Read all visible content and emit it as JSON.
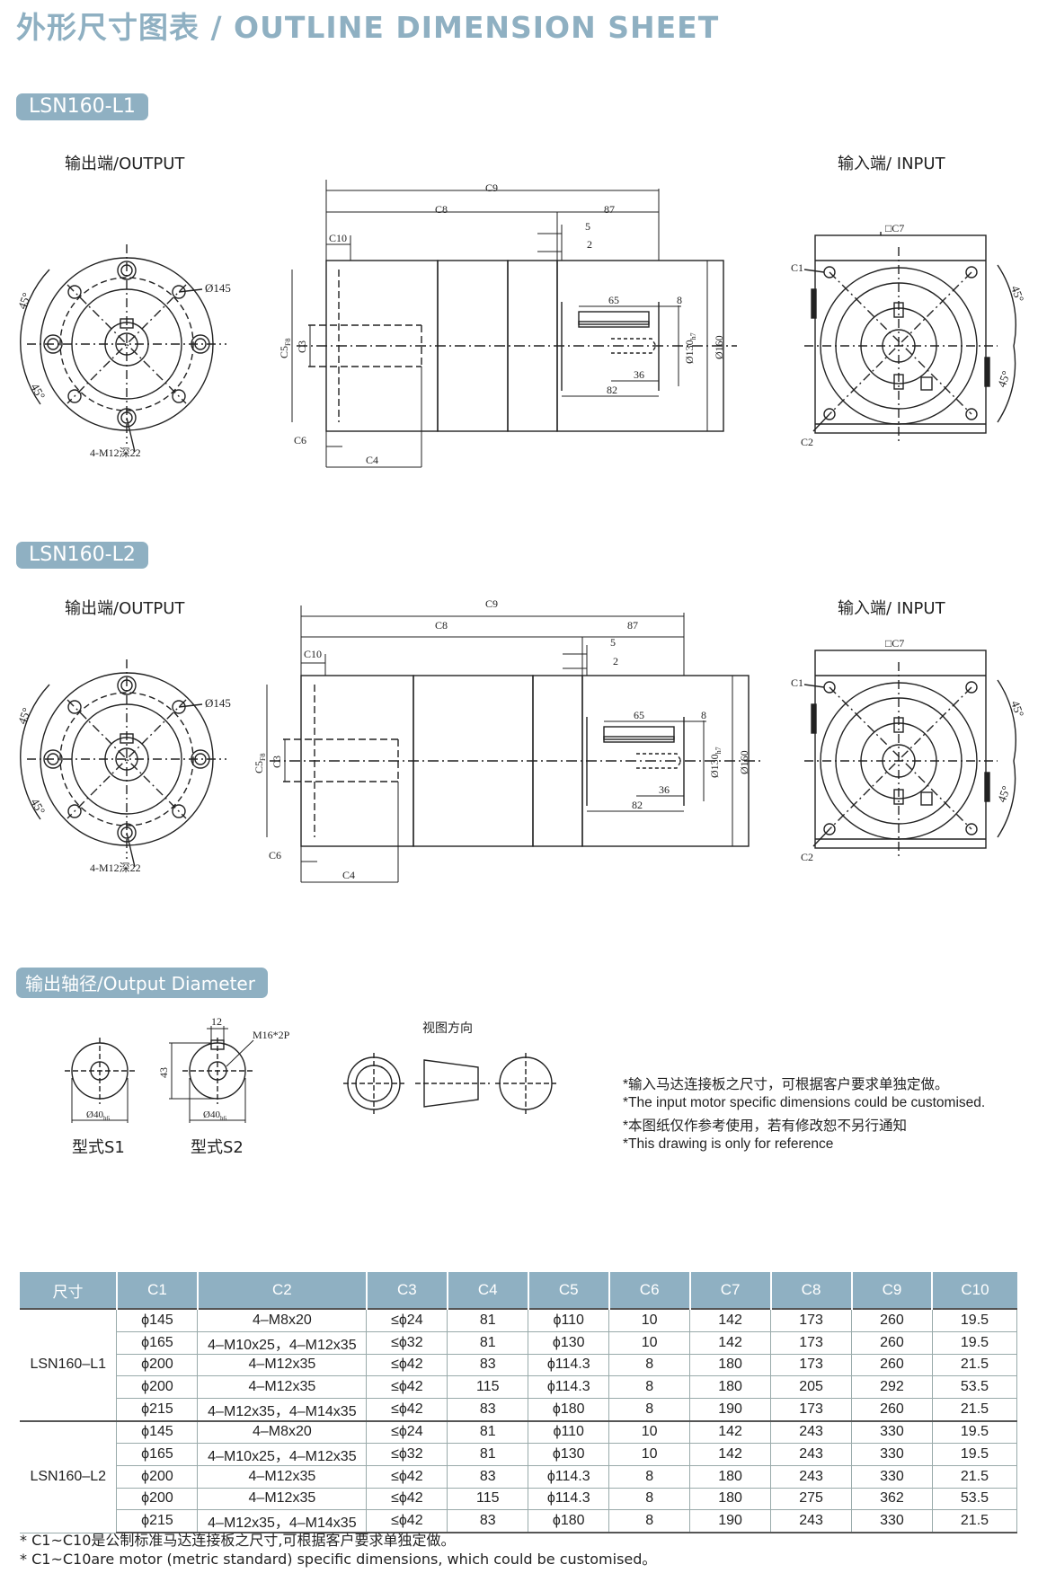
{
  "page_title": "外形尺寸图表 / OUTLINE DIMENSION SHEET",
  "sections": [
    {
      "model": "LSN160-L1",
      "output_label": "输出端/OUTPUT",
      "input_label": "输入端/ INPUT",
      "dims": {
        "c1": "C1",
        "c2": "C2",
        "c3": "C3",
        "c4": "C4",
        "c5": "C5",
        "c5_sub": "F8",
        "c6": "C6",
        "c7": "□C7",
        "c8": "C8",
        "c9": "C9",
        "c10": "C10",
        "d87": "87",
        "d5": "5",
        "d2": "2",
        "d65": "65",
        "d8": "8",
        "d36": "36",
        "d82": "82",
        "d130": "Ø130",
        "d130_sub": "h7",
        "d160": "Ø160",
        "d145": "Ø145",
        "angle1": "45°",
        "angle2": "45°",
        "angle3": "45°",
        "angle4": "45°",
        "holes": "4-M12深22"
      }
    },
    {
      "model": "LSN160-L2",
      "output_label": "输出端/OUTPUT",
      "input_label": "输入端/ INPUT",
      "dims": {
        "c1": "C1",
        "c2": "C2",
        "c3": "C3",
        "c4": "C4",
        "c5": "C5",
        "c5_sub": "F8",
        "c6": "C6",
        "c7": "□C7",
        "c8": "C8",
        "c9": "C9",
        "c10": "C10",
        "d87": "87",
        "d5": "5",
        "d2": "2",
        "d65": "65",
        "d8": "8",
        "d36": "36",
        "d82": "82",
        "d130": "Ø130",
        "d130_sub": "h7",
        "d160": "Ø160",
        "d145": "Ø145",
        "angle1": "45°",
        "angle2": "45°",
        "angle3": "45°",
        "angle4": "45°",
        "holes": "4-M12深22"
      }
    }
  ],
  "output_diameter": {
    "title": "输出轴径/Output Diameter",
    "s1_label": "型式S1",
    "s2_label": "型式S2",
    "s1_dim": "Ø40",
    "s1_dim_sub": "h6",
    "s2_dim": "Ø40",
    "s2_dim_sub": "h6",
    "s2_width": "12",
    "s2_height": "43",
    "s2_thread": "M16*2P",
    "view_direction": "视图方向"
  },
  "notes": [
    "*输入马达连接板之尺寸，可根据客户要求单独定做。",
    "*The input motor specific dimensions could be customised.",
    "*本图纸仅作参考使用，若有修改恕不另行通知",
    "*This drawing is only for reference"
  ],
  "table": {
    "headers": [
      "尺寸",
      "C1",
      "C2",
      "C3",
      "C4",
      "C5",
      "C6",
      "C7",
      "C8",
      "C9",
      "C10"
    ],
    "groups": [
      {
        "model": "LSN160–L1",
        "rows": [
          [
            "ϕ145",
            "4–M8x20",
            "≤ϕ24",
            "81",
            "ϕ110",
            "10",
            "142",
            "173",
            "260",
            "19.5"
          ],
          [
            "ϕ165",
            "4–M10x25，4–M12x35",
            "≤ϕ32",
            "81",
            "ϕ130",
            "10",
            "142",
            "173",
            "260",
            "19.5"
          ],
          [
            "ϕ200",
            "4–M12x35",
            "≤ϕ42",
            "83",
            "ϕ114.3",
            "8",
            "180",
            "173",
            "260",
            "21.5"
          ],
          [
            "ϕ200",
            "4–M12x35",
            "≤ϕ42",
            "115",
            "ϕ114.3",
            "8",
            "180",
            "205",
            "292",
            "53.5"
          ],
          [
            "ϕ215",
            "4–M12x35，4–M14x35",
            "≤ϕ42",
            "83",
            "ϕ180",
            "8",
            "190",
            "173",
            "260",
            "21.5"
          ]
        ]
      },
      {
        "model": "LSN160–L2",
        "rows": [
          [
            "ϕ145",
            "4–M8x20",
            "≤ϕ24",
            "81",
            "ϕ110",
            "10",
            "142",
            "243",
            "330",
            "19.5"
          ],
          [
            "ϕ165",
            "4–M10x25，4–M12x35",
            "≤ϕ32",
            "81",
            "ϕ130",
            "10",
            "142",
            "243",
            "330",
            "19.5"
          ],
          [
            "ϕ200",
            "4–M12x35",
            "≤ϕ42",
            "83",
            "ϕ114.3",
            "8",
            "180",
            "243",
            "330",
            "21.5"
          ],
          [
            "ϕ200",
            "4–M12x35",
            "≤ϕ42",
            "115",
            "ϕ114.3",
            "8",
            "180",
            "275",
            "362",
            "53.5"
          ],
          [
            "ϕ215",
            "4–M12x35，4–M14x35",
            "≤ϕ42",
            "83",
            "ϕ180",
            "8",
            "190",
            "243",
            "330",
            "21.5"
          ]
        ]
      }
    ]
  },
  "footnotes": [
    "* C1~C10是公制标准马达连接板之尺寸,可根据客户要求单独定做。",
    "* C1~C10are motor (metric standard) specific dimensions, which could be customised。"
  ]
}
